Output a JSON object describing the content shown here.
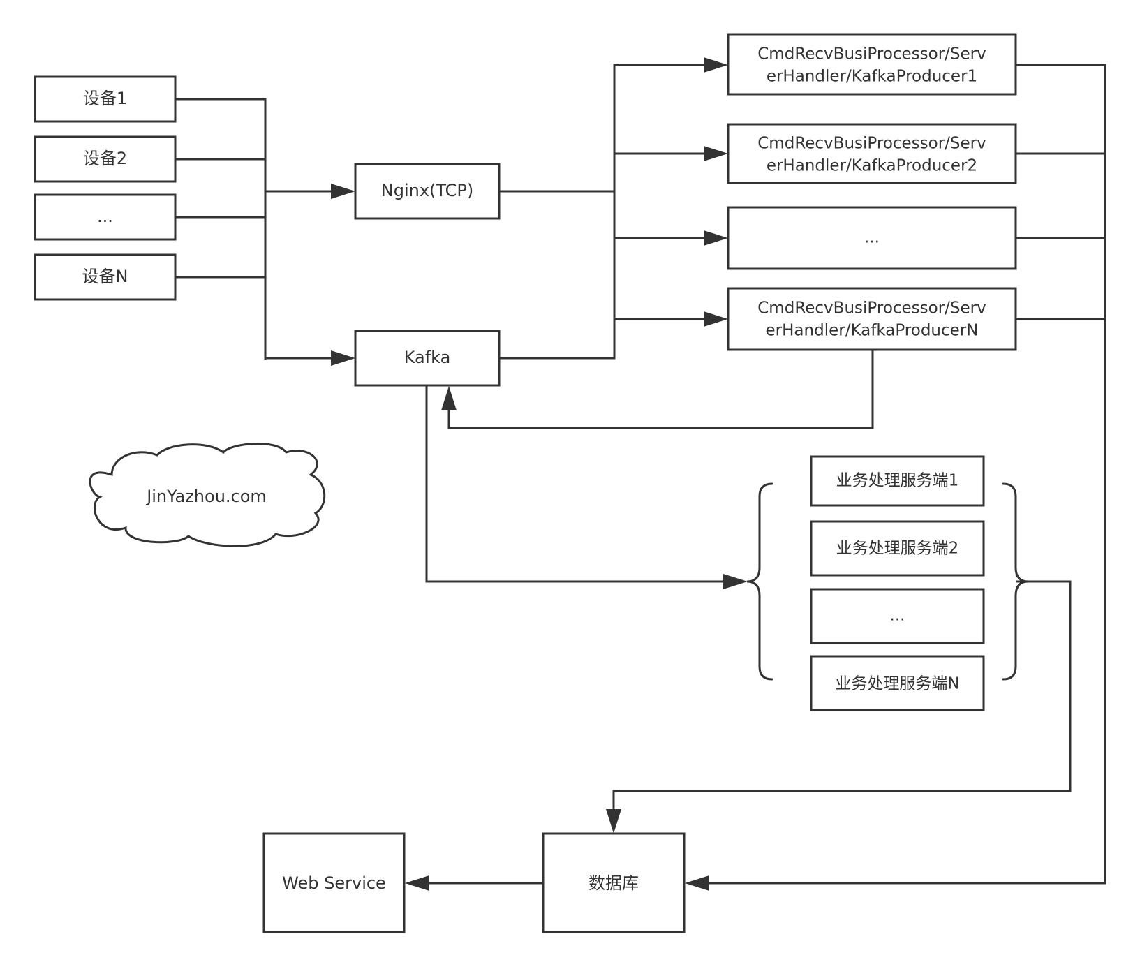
{
  "devices": [
    "设备1",
    "设备2",
    "...",
    "设备N"
  ],
  "nginx": "Nginx(TCP)",
  "kafka": "Kafka",
  "processors": [
    [
      "CmdRecvBusiProcessor/Serv",
      "erHandler/KafkaProducer1"
    ],
    [
      "CmdRecvBusiProcessor/Serv",
      "erHandler/KafkaProducer2"
    ],
    [
      "..."
    ],
    [
      "CmdRecvBusiProcessor/Serv",
      "erHandler/KafkaProducerN"
    ]
  ],
  "cloud": "JinYazhou.com",
  "services": [
    "业务处理服务端1",
    "业务处理服务端2",
    "...",
    "业务处理服务端N"
  ],
  "database": "数据库",
  "web_service": "Web Service",
  "colors": {
    "stroke": "#333333",
    "background": "#ffffff",
    "text": "#333333"
  }
}
